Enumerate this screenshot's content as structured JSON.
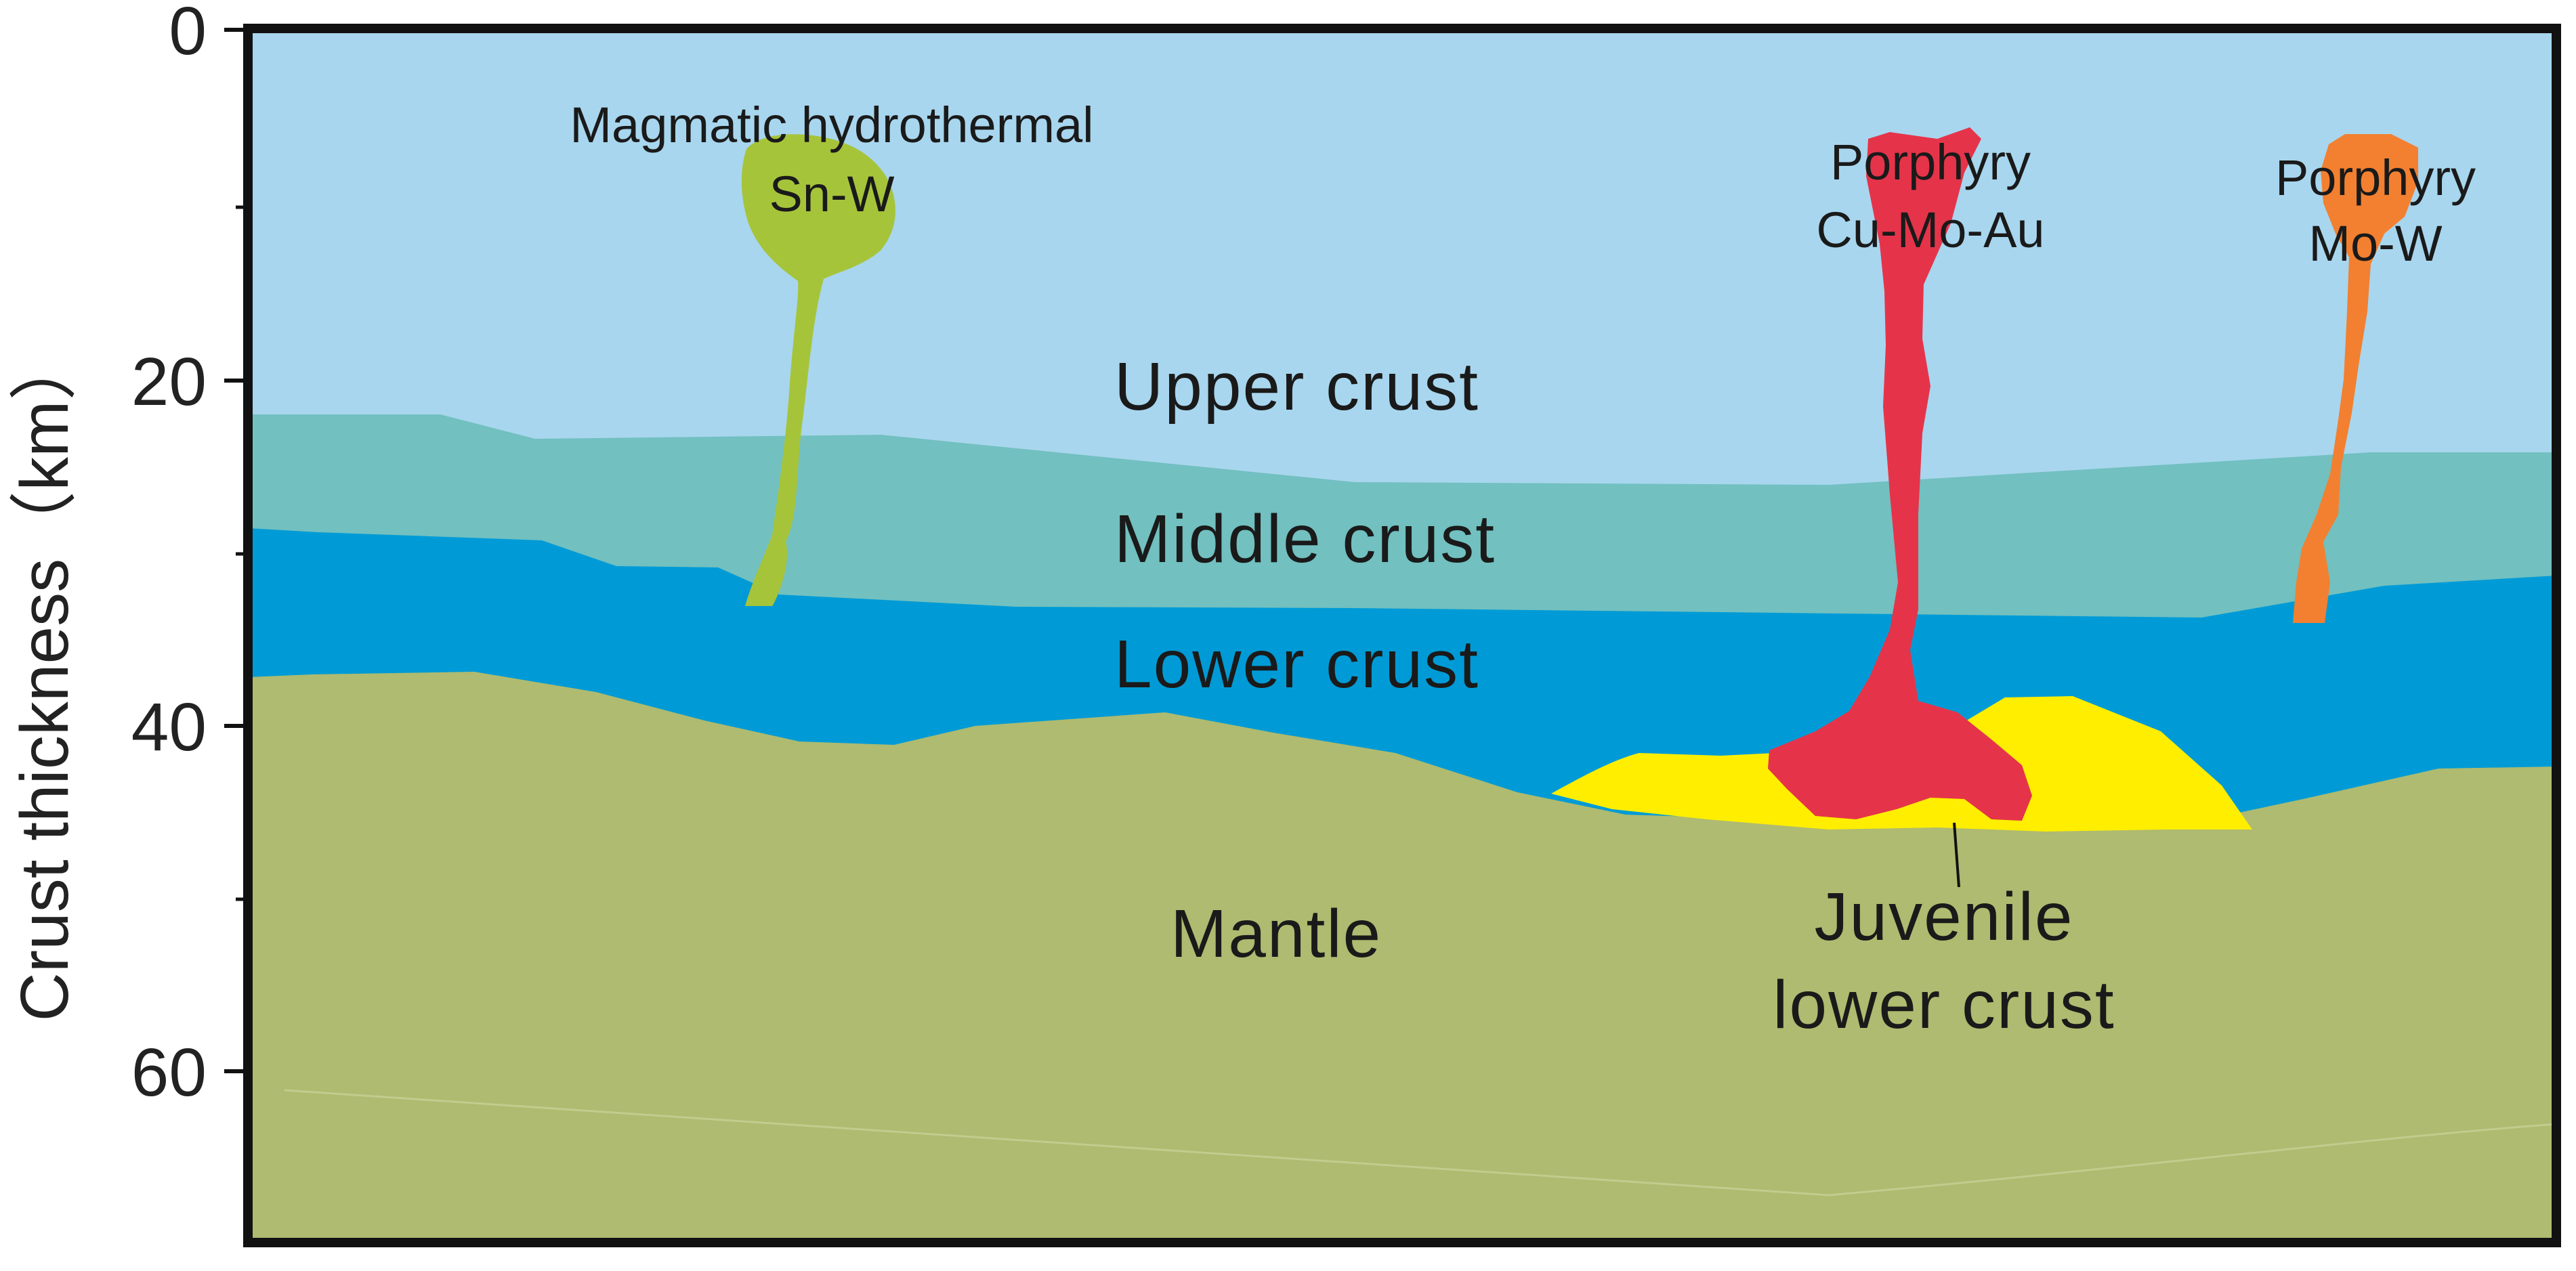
{
  "axis": {
    "y_title": "Crust thickness（km）",
    "y_ticks": [
      "0",
      "20",
      "40",
      "60"
    ]
  },
  "layers": {
    "upper": {
      "label": "Upper crust",
      "color": "#a8d6ee"
    },
    "middle": {
      "label": "Middle crust",
      "color": "#72c0c0"
    },
    "lower": {
      "label": "Lower crust",
      "color": "#009bd6"
    },
    "mantle": {
      "label": "Mantle",
      "color": "#aebb70"
    },
    "juvenile": {
      "label_line1": "Juvenile",
      "label_line2": "lower crust",
      "color": "#ffee00"
    }
  },
  "deposits": {
    "sn_w": {
      "line1": "Magmatic hydrothermal",
      "line2": "Sn-W",
      "color": "#a6c43a"
    },
    "cu_mo_au": {
      "line1": "Porphyry",
      "line2": "Cu-Mo-Au",
      "color": "#e5344a"
    },
    "mo_w": {
      "line1": "Porphyry",
      "line2": "Mo-W",
      "color": "#f28030"
    }
  },
  "colors": {
    "frame": "#111111"
  }
}
